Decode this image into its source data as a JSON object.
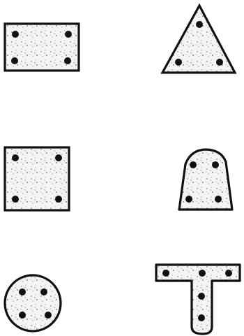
{
  "figure": {
    "description_hidden": "",
    "colors": {
      "ink": "#111111",
      "fill": "#f4f4f2",
      "speckle": "#8a8a8a",
      "background": "#ffffff"
    },
    "plates": [
      {
        "id": "rectangle-plate",
        "shape": "rectangle",
        "holes": 4,
        "hole_layout": "corners"
      },
      {
        "id": "triangle-plate",
        "shape": "triangle",
        "holes": 3,
        "hole_layout": "vertices"
      },
      {
        "id": "square-plate",
        "shape": "square",
        "holes": 4,
        "hole_layout": "corners"
      },
      {
        "id": "arched-plate",
        "shape": "arched-trapezoid",
        "holes": 4,
        "hole_layout": "corners"
      },
      {
        "id": "circle-plate",
        "shape": "circle",
        "holes": 4,
        "hole_layout": "ring"
      },
      {
        "id": "tee-plate",
        "shape": "tee",
        "holes": 5,
        "hole_layout": "along-arms"
      }
    ]
  }
}
